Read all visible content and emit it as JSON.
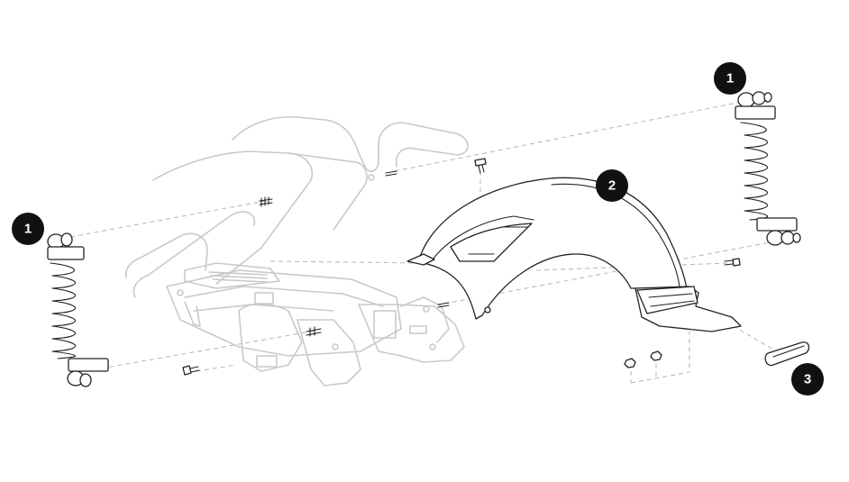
{
  "diagram": {
    "type": "exploded-parts-view",
    "callouts": [
      {
        "id": "left-shock",
        "label": "1"
      },
      {
        "id": "right-shock",
        "label": "1"
      },
      {
        "id": "rear-fender",
        "label": "2"
      },
      {
        "id": "reflector",
        "label": "3"
      }
    ],
    "colors": {
      "callout_fill": "#111111",
      "callout_text": "#ffffff",
      "ghost_frame": "#c9c9c9",
      "part_outline": "#222222",
      "leader_line": "#b5b5b5"
    }
  }
}
